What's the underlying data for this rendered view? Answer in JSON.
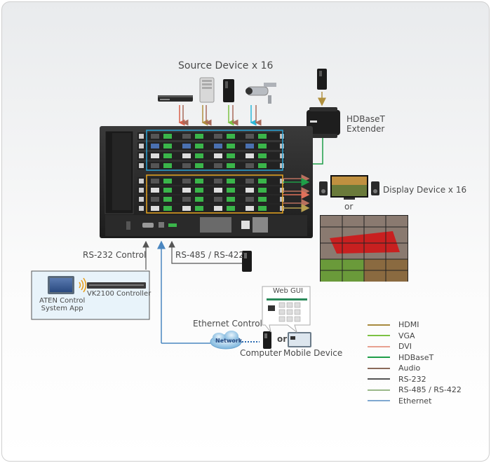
{
  "source": {
    "title": "Source Device x 16",
    "devices": [
      "blu-ray-player",
      "server-tower",
      "desktop-pc",
      "cctv-camera"
    ]
  },
  "extender": {
    "label_line1": "HDBaseT",
    "label_line2": "Extender"
  },
  "display": {
    "title": "Display Device x 16",
    "or_label": "or"
  },
  "controls": {
    "rs232_label": "RS-232 Control",
    "rs485_label": "RS-485 / RS-422",
    "ethernet_label": "Ethernet Control",
    "app_label_line1": "ATEN Control",
    "app_label_line2": "System App",
    "controller_label": "VK2100 Controller",
    "network_label": "Network",
    "webgui_label": "Web GUI",
    "computer_label": "Computer",
    "mobile_label": "Mobile Device",
    "or_label": "or"
  },
  "legend": [
    {
      "label": "HDMI",
      "color": "#a88a3e"
    },
    {
      "label": "VGA",
      "color": "#7cc243"
    },
    {
      "label": "DVI",
      "color": "#e8a090"
    },
    {
      "label": "HDBaseT",
      "color": "#1e9e48"
    },
    {
      "label": "Audio",
      "color": "#8a6a5a"
    },
    {
      "label": "RS-232",
      "color": "#555555"
    },
    {
      "label": "RS-485 / RS-422",
      "color": "#9ab88a"
    },
    {
      "label": "Ethernet",
      "color": "#7fa8d0"
    }
  ],
  "colors": {
    "input_box": "#29a3d6",
    "output_box": "#e8a520",
    "ethernet": "#4a86c0",
    "hdbaset": "#1e9e48"
  }
}
